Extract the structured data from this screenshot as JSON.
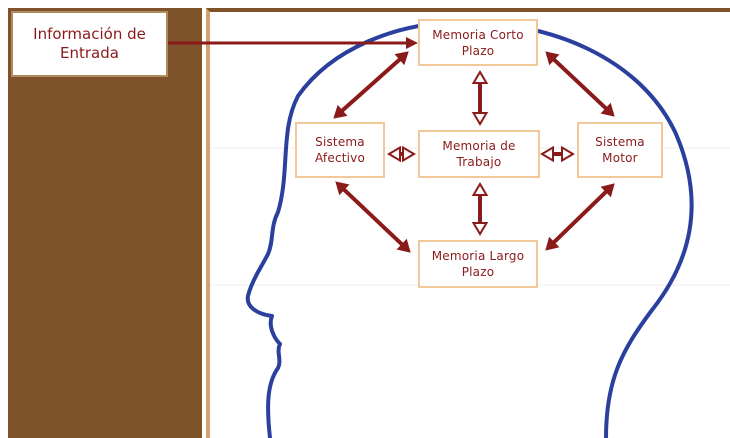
{
  "input_label": "Información de\nEntrada",
  "nodes": {
    "memoria_corto_plazo": "Memoria Corto\nPlazo",
    "sistema_afectivo": "Sistema\nAfectivo",
    "memoria_de_trabajo": "Memoria de\nTrabajo",
    "sistema_motor": "Sistema\nMotor",
    "memoria_largo_plazo": "Memoria Largo\nPlazo"
  },
  "colors": {
    "brown_panel": "#7f5329",
    "arrow": "#8b1a1a",
    "head_outline": "#2a3f9e",
    "node_border": "#f2c79a",
    "text": "#8b1a1a"
  }
}
